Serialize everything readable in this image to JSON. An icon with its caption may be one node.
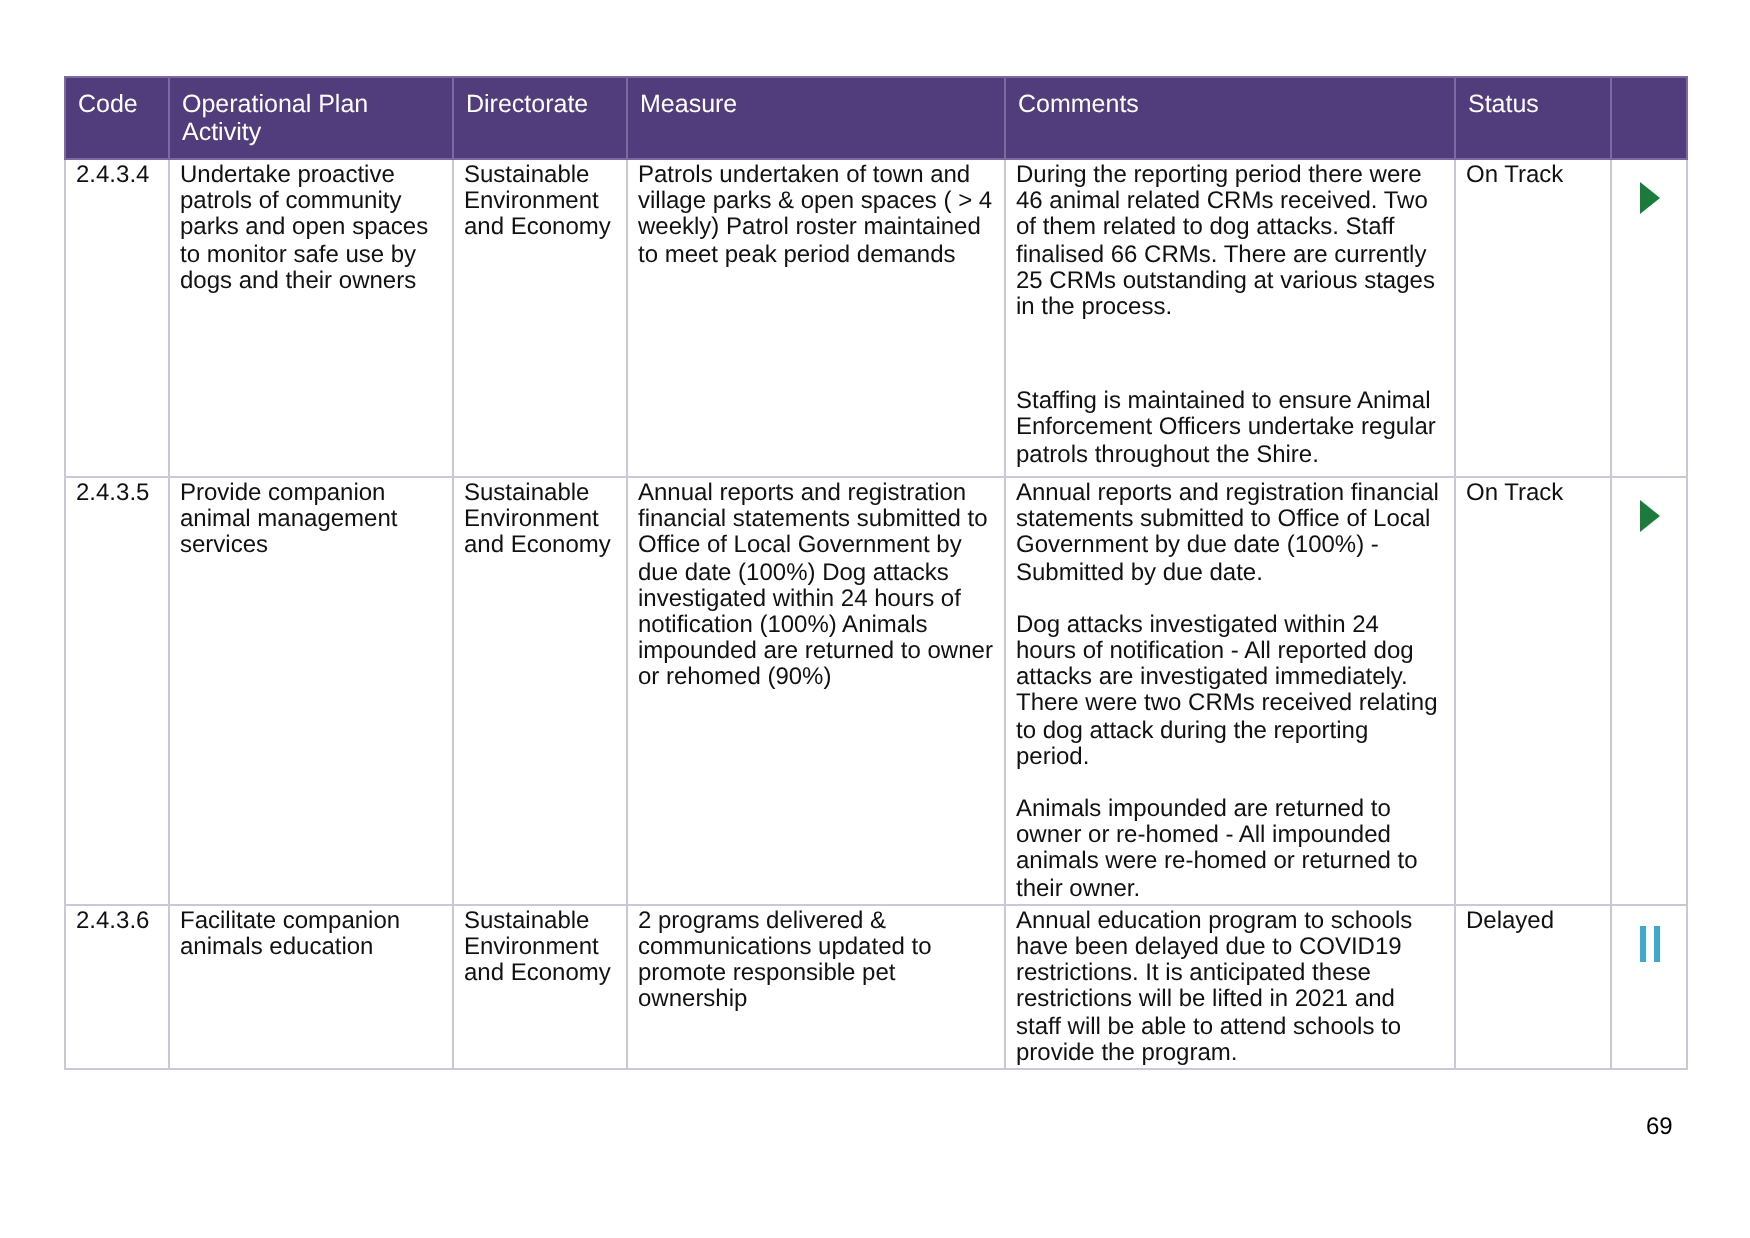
{
  "diagram": {
    "labels": [
      "Code",
      "Operational Plan Activity",
      "Directorate",
      "Measure",
      "Comments",
      "Status",
      "2.4.3.4",
      "Undertake proactive patrols of community parks and open spaces to monitor safe use by dogs and their owners",
      "Sustainable Environment and Economy",
      "Patrols undertaken of town and village parks & open spaces ( > 4 weekly) Patrol roster maintained to meet peak period demands",
      "During the reporting period there were 46 animal related CRMs received. Two of them related to dog attacks. Staff finalised 66 CRMs. There are currently 25 CRMs outstanding at various stages in the process.",
      "Staffing is maintained to ensure Animal Enforcement Officers undertake regular patrols throughout the Shire.",
      "On Track",
      "2.4.3.5",
      "Provide companion animal management services",
      "Sustainable Environment and Economy",
      "Annual reports and registration financial statements submitted to Office of Local Government by due date (100%) Dog attacks investigated within 24 hours of notification (100%) Animals impounded are returned to owner or rehomed (90%)",
      "Annual reports and registration financial statements submitted to Office of Local Government by due date (100%) - Submitted by due date.",
      "Dog attacks investigated within 24 hours of notification - All reported dog attacks are investigated immediately. There were two CRMs received relating to dog attack during the reporting period.",
      "Animals impounded are returned to owner or re-homed - All impounded animals were re-homed or returned to their owner.",
      "On Track",
      "2.4.3.6",
      "Facilitate companion animals education",
      "Sustainable Environment and Economy",
      "2 programs delivered & communications updated to promote responsible pet ownership",
      "Annual education program to schools have been delayed due to COVID19 restrictions. It is anticipated these restrictions will be lifted in 2021 and staff will be able to attend schools to provide the program.",
      "Delayed",
      "69"
    ]
  }
}
